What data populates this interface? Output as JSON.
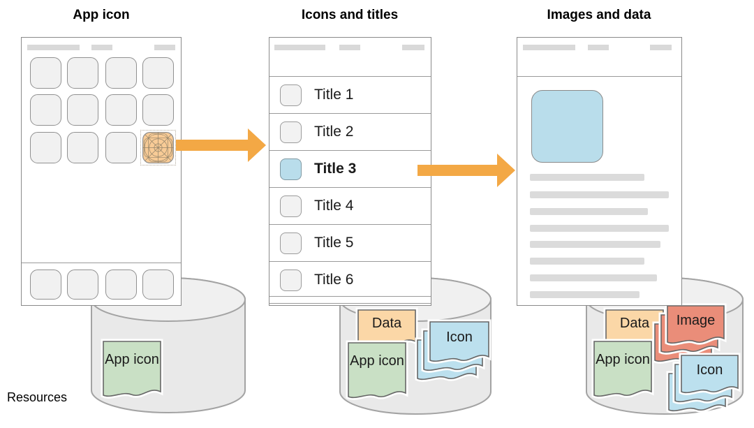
{
  "headers": [
    "App icon",
    "Icons and titles",
    "Images and data"
  ],
  "resources_label": "Resources",
  "list": {
    "rows": [
      {
        "label": "Title 1",
        "selected": false
      },
      {
        "label": "Title 2",
        "selected": false
      },
      {
        "label": "Title 3",
        "selected": true
      },
      {
        "label": "Title 4",
        "selected": false
      },
      {
        "label": "Title 5",
        "selected": false
      },
      {
        "label": "Title 6",
        "selected": false
      }
    ],
    "selected_row": "Title 3"
  },
  "cylinders": {
    "left": {
      "docs": [
        {
          "name": "app-icon",
          "label": "App icon"
        }
      ]
    },
    "middle": {
      "docs": [
        {
          "name": "data",
          "label": "Data"
        },
        {
          "name": "app-icon",
          "label": "App icon"
        },
        {
          "name": "icon",
          "label": "Icon"
        }
      ]
    },
    "right": {
      "docs": [
        {
          "name": "data",
          "label": "Data"
        },
        {
          "name": "image",
          "label": "Image"
        },
        {
          "name": "app-icon",
          "label": "App icon"
        },
        {
          "name": "icon",
          "label": "Icon"
        }
      ]
    }
  },
  "colors": {
    "arrow_orange": "#F3A845",
    "selection_blue": "#B9DDEB",
    "app_icon_grid_orange": "#F8CB96",
    "doc_green": "#C9E0C5",
    "doc_peach": "#FBD7A7",
    "doc_blue": "#BCE0EE",
    "doc_salmon": "#EA8D79",
    "cylinder_gray": "#E9E9E9"
  }
}
